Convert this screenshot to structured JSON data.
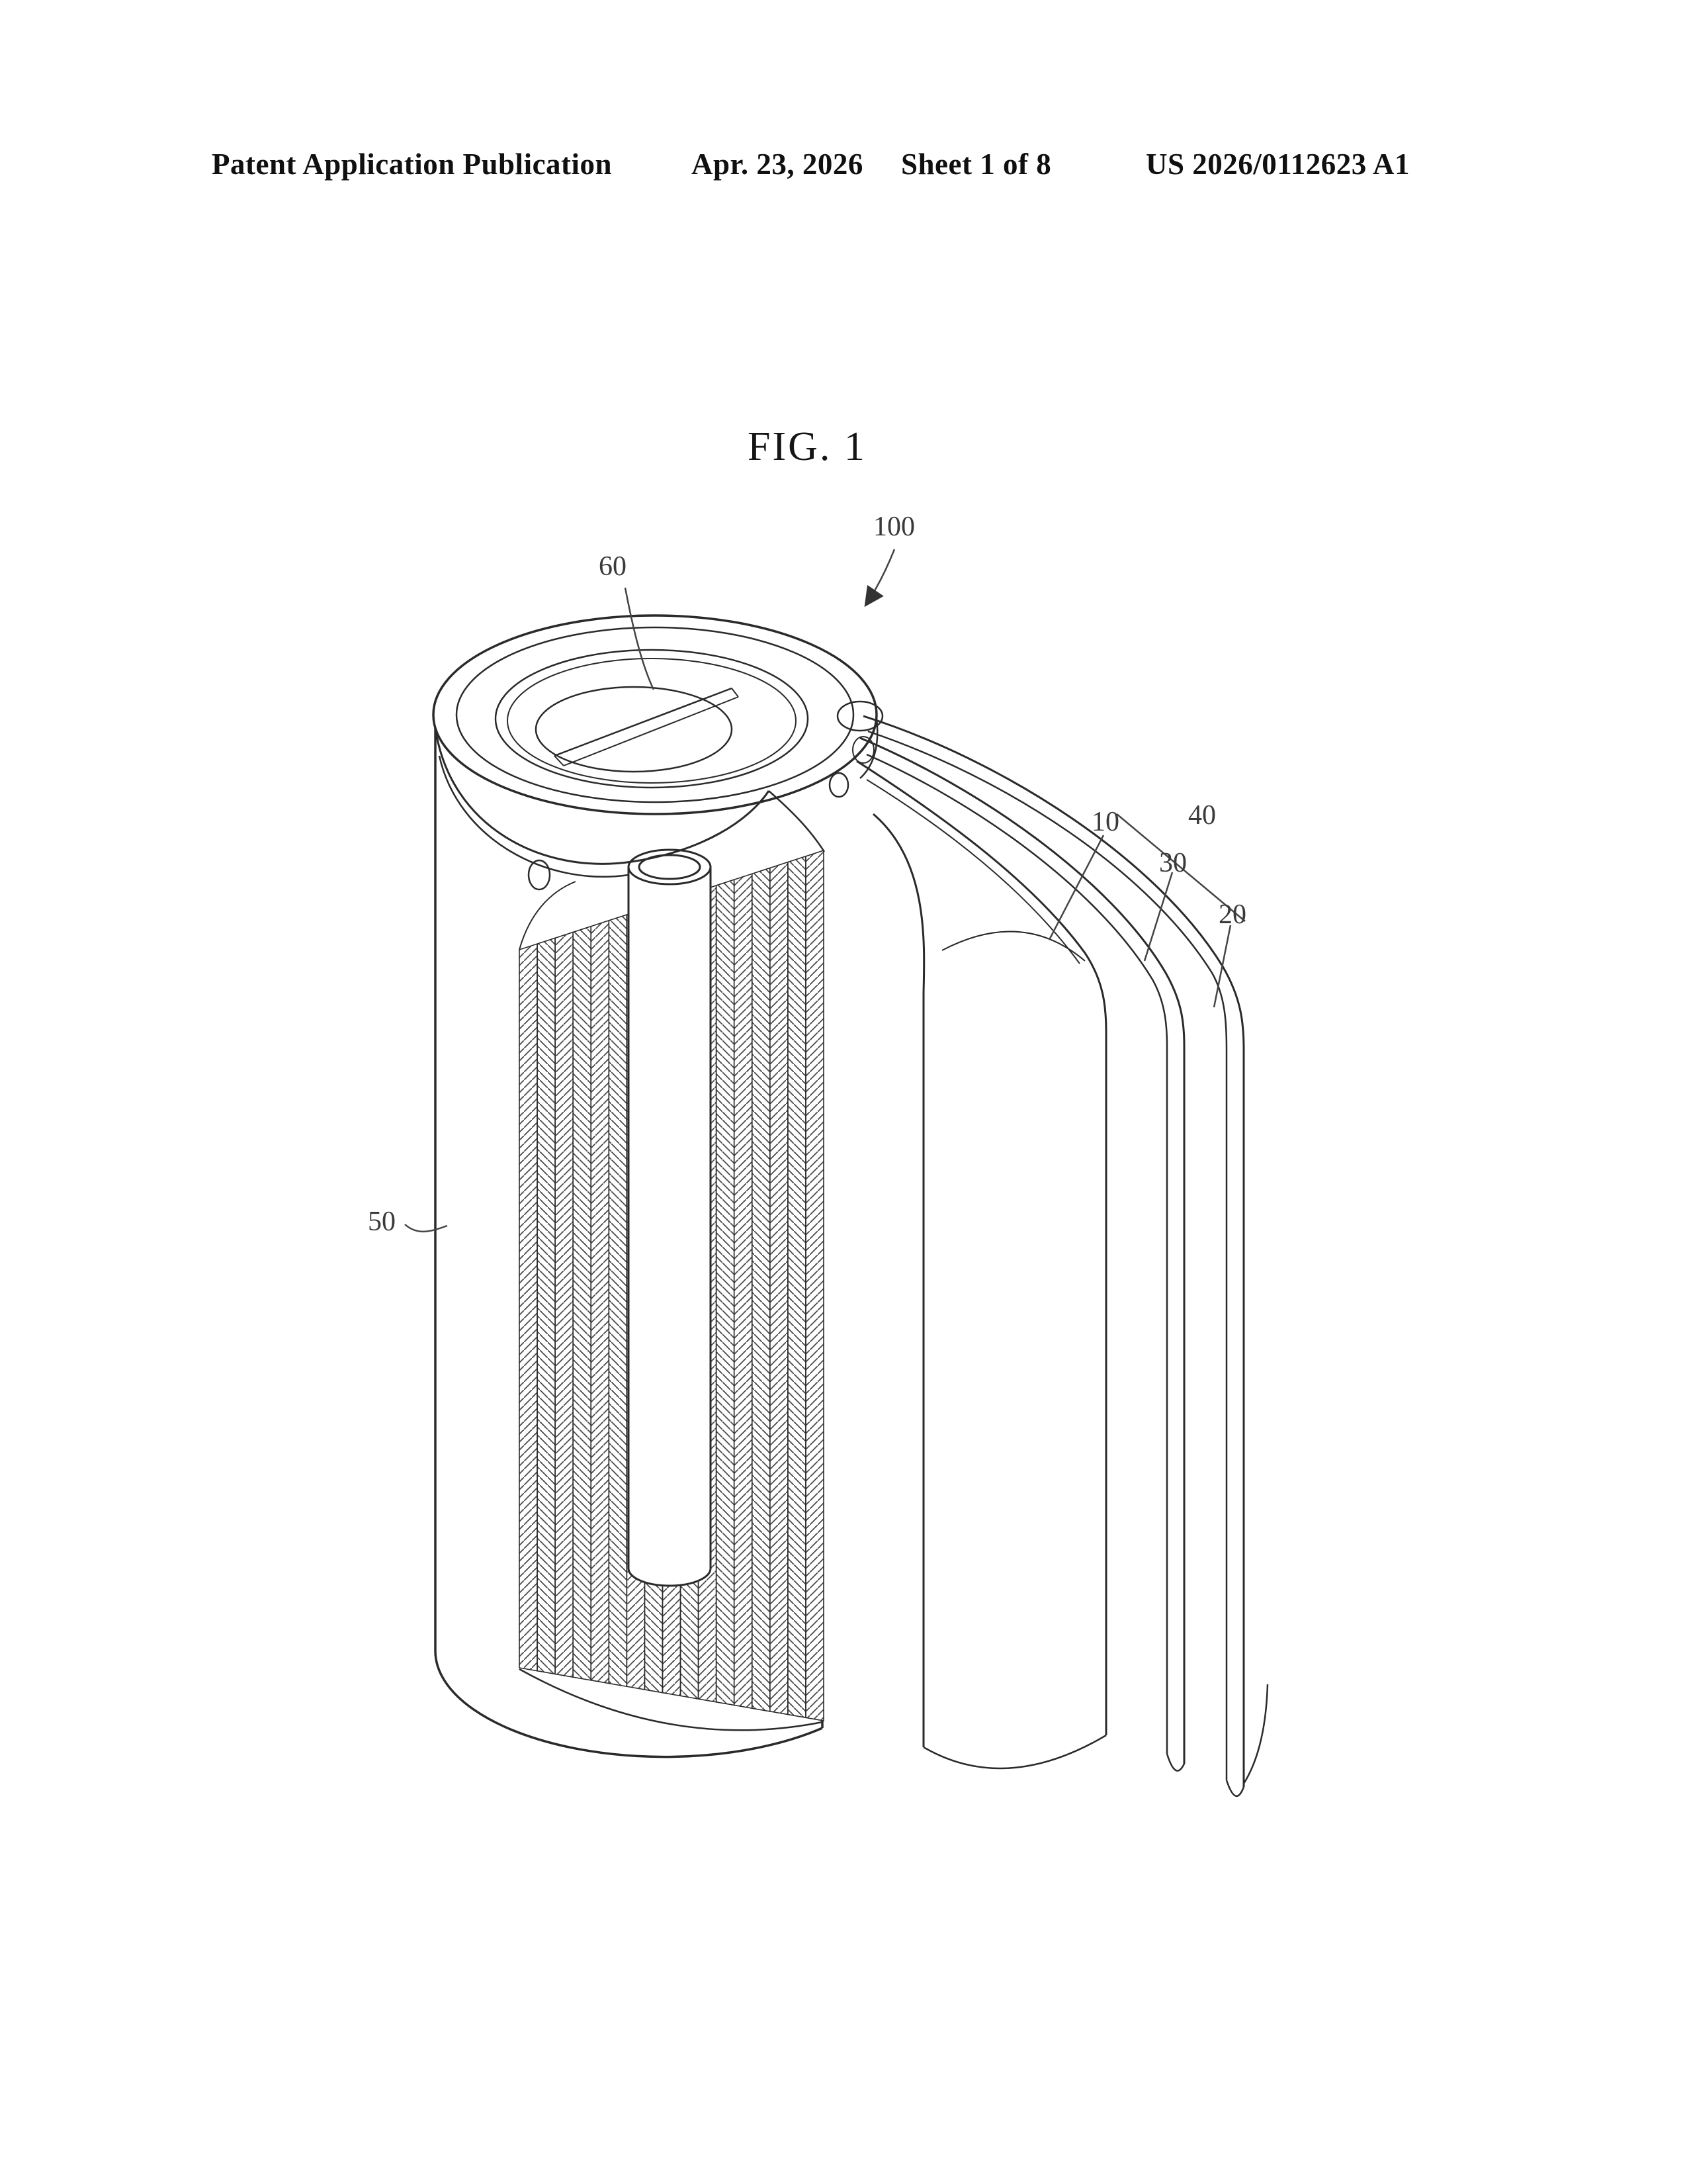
{
  "header": {
    "publication": "Patent Application Publication",
    "date": "Apr. 23, 2026",
    "sheet": "Sheet 1 of 8",
    "doc_number": "US 2026/0112623 A1"
  },
  "figure": {
    "title": "FIG. 1",
    "description": "Cutaway perspective view of a cylindrical battery cell with unrolled electrode sheets"
  },
  "labels": {
    "l100": "100",
    "l60": "60",
    "l10": "10",
    "l40": "40",
    "l30": "30",
    "l20": "20",
    "l50": "50"
  },
  "colors": {
    "line": "#2a2a2a",
    "leader": "#444444",
    "paper": "#ffffff"
  }
}
